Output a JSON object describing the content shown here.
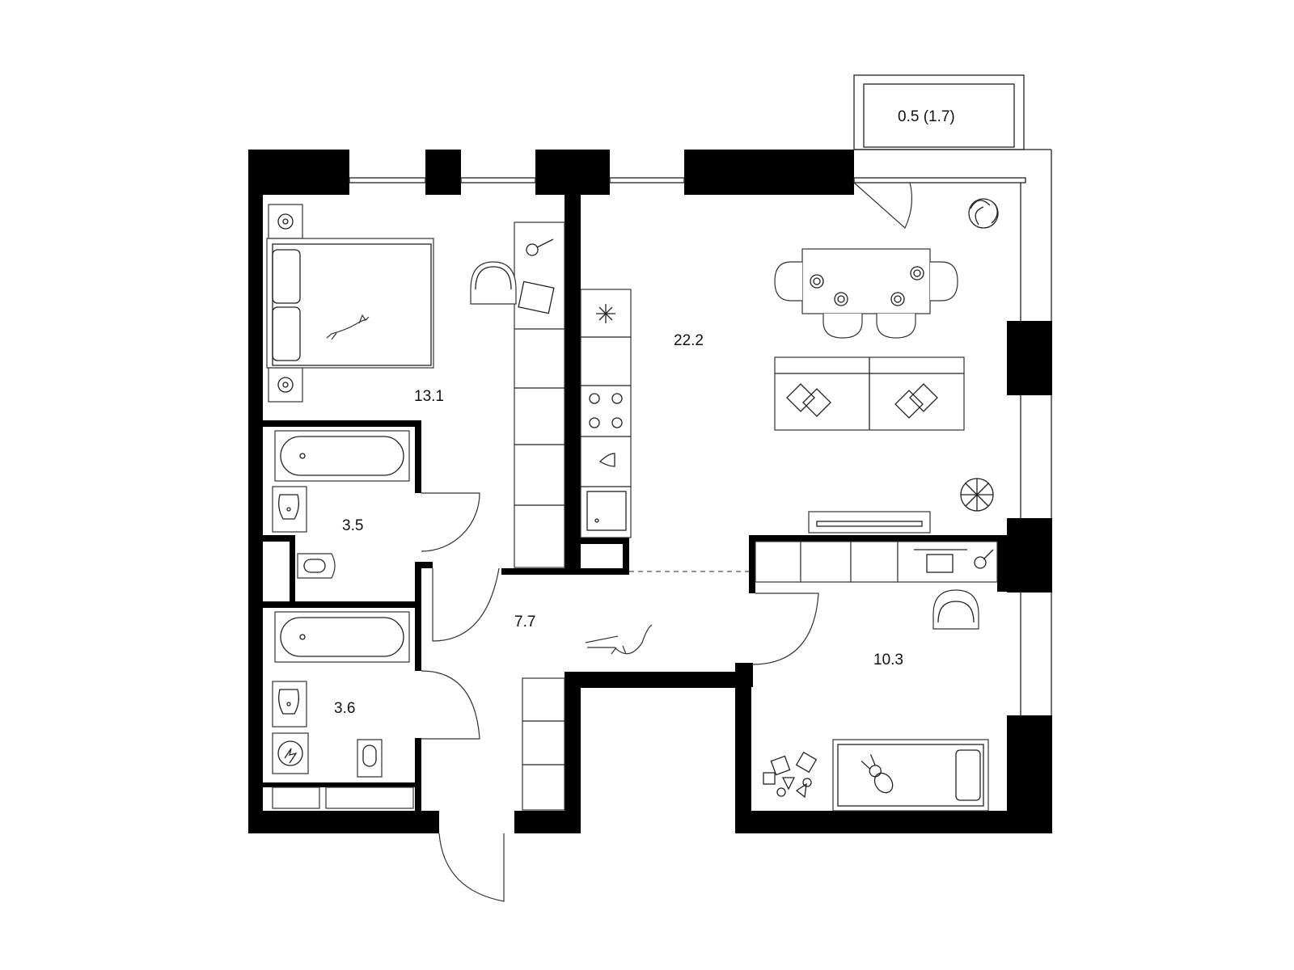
{
  "rooms": {
    "bedroom": {
      "area": "13.1"
    },
    "bathroom_1": {
      "area": "3.5"
    },
    "bathroom_2": {
      "area": "3.6"
    },
    "hallway": {
      "area": "7.7"
    },
    "living_kitchen": {
      "area": "22.2"
    },
    "kids_room": {
      "area": "10.3"
    },
    "balcony": {
      "area": "0.5 (1.7)"
    }
  },
  "colors": {
    "wall": "#000000",
    "line": "#333333",
    "background": "#ffffff"
  }
}
